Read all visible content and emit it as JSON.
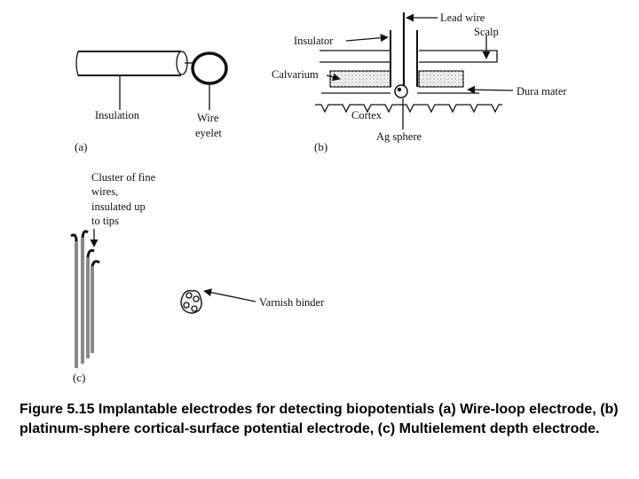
{
  "panel_a": {
    "label_insulation": "Insulation",
    "label_wire": "Wire",
    "label_eyelet": "eyelet",
    "panel_label": "(a)"
  },
  "panel_b": {
    "label_lead_wire": "Lead wire",
    "label_insulator": "Insulator",
    "label_scalp": "Scalp",
    "label_calvarium": "Calvarium",
    "label_dura_mater": "Dura mater",
    "label_cortex": "Cortex",
    "label_ag_sphere": "Ag sphere",
    "panel_label": "(b)"
  },
  "panel_c": {
    "label_cluster_lines": [
      "Cluster of fine",
      "wires,",
      "insulated up",
      "to tips"
    ],
    "label_varnish_binder": "Varnish binder",
    "panel_label": "(c)"
  },
  "caption": "Figure 5.15 Implantable electrodes for detecting biopotentials (a) Wire-loop electrode, (b) platinum-sphere cortical-surface potential electrode, (c) Multielement depth electrode."
}
